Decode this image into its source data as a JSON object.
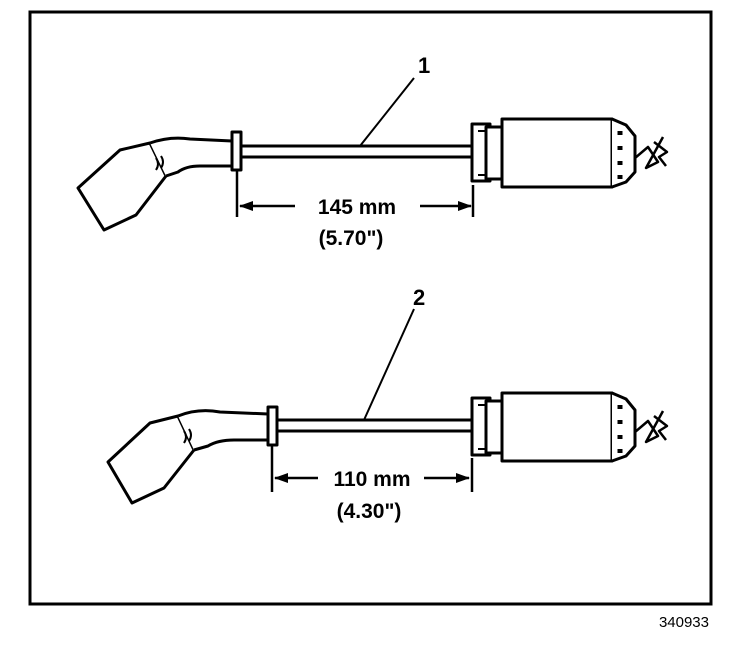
{
  "callouts": {
    "top": "1",
    "bottom": "2"
  },
  "dimensions": {
    "top_metric": "145 mm",
    "top_imperial": "(5.70\")",
    "bottom_metric": "110 mm",
    "bottom_imperial": "(4.30\")"
  },
  "figure_number": "340933"
}
